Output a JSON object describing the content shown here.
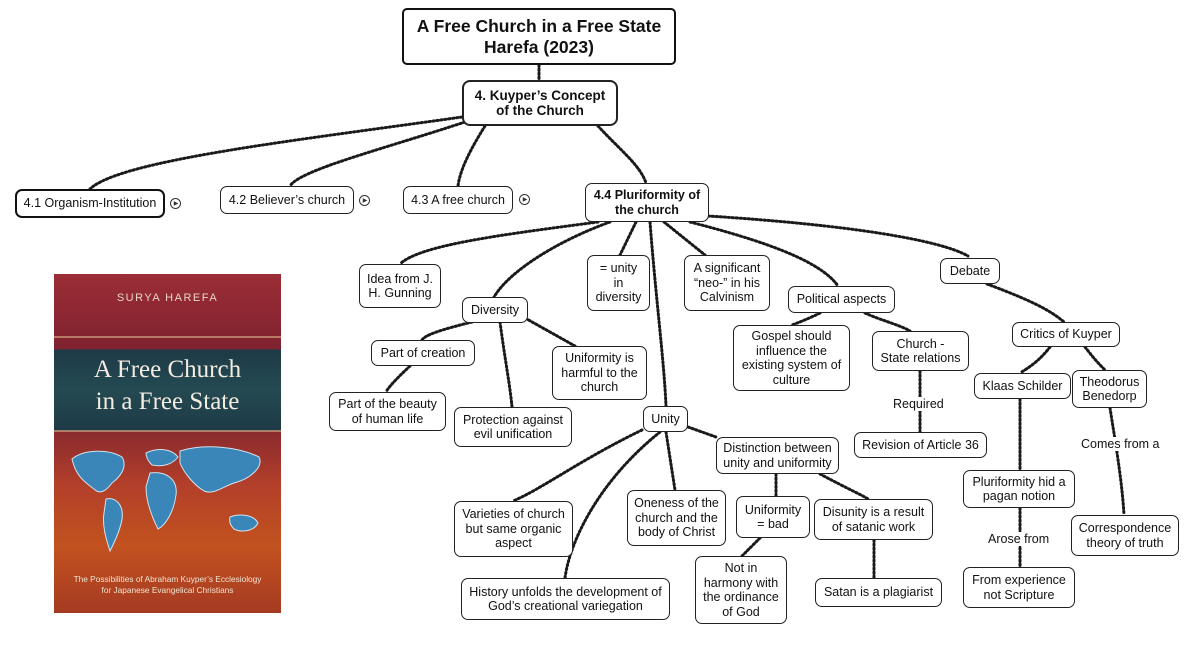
{
  "nodes": {
    "root": "A Free Church in a Free State\nHarefa (2023)",
    "kuyper": "4. Kuyper’s Concept\nof the Church",
    "n41": "4.1 Organism-Institution",
    "n42": "4.2 Believer’s church",
    "n43": "4.3 A free church",
    "n44": "4.4 Pluriformity of\nthe church",
    "gunning": "Idea from J.\nH. Gunning",
    "diversity": "Diversity",
    "unity_in_diversity": "= unity\nin\ndiversity",
    "neo": "A significant\n“neo-” in his\nCalvinism",
    "political": "Political aspects",
    "debate": "Debate",
    "part_creation": "Part of creation",
    "uniformity_harmful": "Uniformity is\nharmful to the\nchurch",
    "beauty": "Part of the beauty\nof human life",
    "protection": "Protection against\nevil unification",
    "gospel": "Gospel should\ninfluence the\nexisting system of\nculture",
    "church_state": "Church -\nState relations",
    "revision": "Revision of Article 36",
    "critics": "Critics of Kuyper",
    "schilder": "Klaas Schilder",
    "benedorp": "Theodorus\nBenedorp",
    "unity": "Unity",
    "distinction": "Distinction between\nunity and uniformity",
    "varieties": "Varieties of church\nbut same organic\naspect",
    "oneness": "Oneness of the\nchurch and the\nbody of Christ",
    "uniformity_bad": "Uniformity\n= bad",
    "disunity": "Disunity is a result\nof satanic work",
    "history": "History unfolds the development of\nGod’s creational variegation",
    "not_harmony": "Not in\nharmony with\nthe ordinance\nof God",
    "plagiarist": "Satan is a plagiarist",
    "pagan": "Pluriformity hid a\npagan notion",
    "experience": "From experience\nnot Scripture",
    "correspondence": "Correspondence\ntheory of truth"
  },
  "edge_labels": {
    "required": "Required",
    "comes_from": "Comes from a",
    "arose_from": "Arose from"
  },
  "icons": [
    "play-circle-icon",
    "play-circle-icon",
    "play-circle-icon"
  ],
  "book": {
    "author": "SURYA HAREFA",
    "title": "A Free Church\nin a Free State",
    "subtitle": "The Possibilities of Abraham Kuyper’s Ecclesiology\nfor Japanese Evangelical Christians"
  },
  "colors": {
    "book_red": "#9b2d35",
    "book_teal": "#244a52",
    "book_orange": "#c2521f",
    "map_blue": "#3a86b8"
  }
}
